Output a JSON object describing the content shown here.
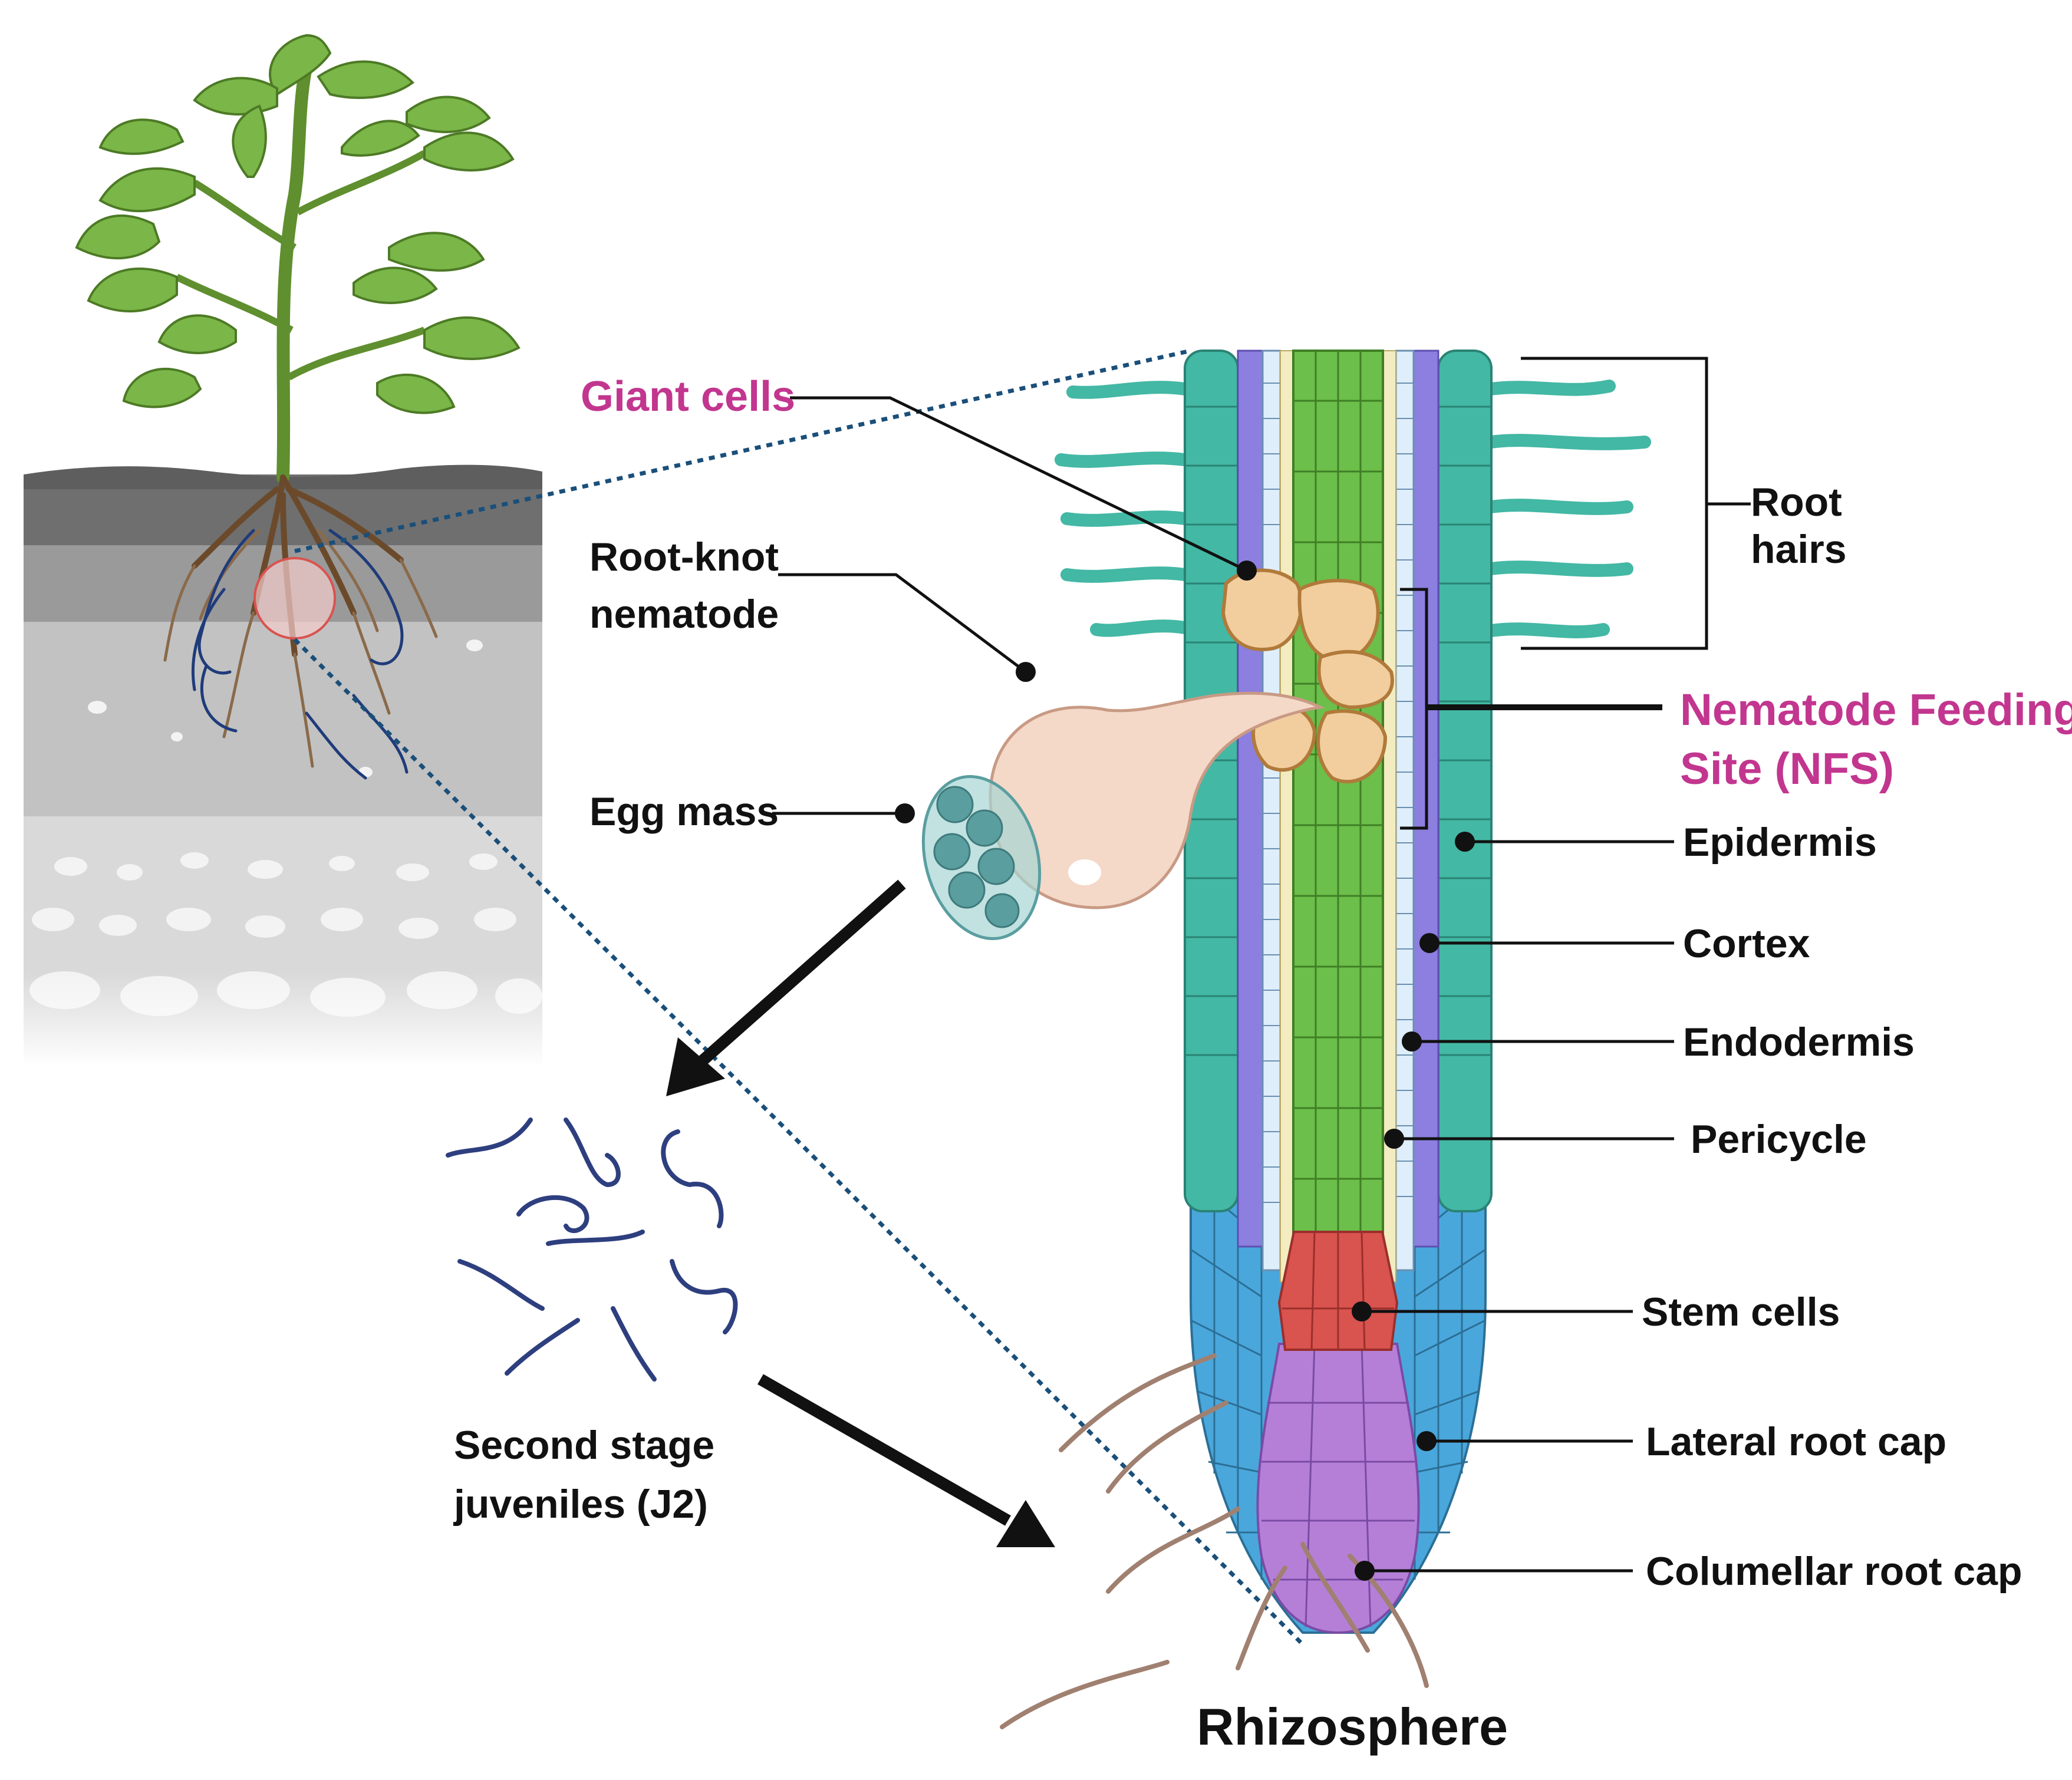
{
  "labels": {
    "giant_cells": "Giant cells",
    "root_knot_line1": "Root-knot",
    "root_knot_line2": "nematode",
    "egg_mass": "Egg mass",
    "root_hairs_line1": "Root",
    "root_hairs_line2": "hairs",
    "nfs_line1": "Nematode Feeding",
    "nfs_line2": "Site (NFS)",
    "epidermis": "Epidermis",
    "cortex": "Cortex",
    "endodermis": "Endodermis",
    "pericycle": "Pericycle",
    "stem_cells": "Stem cells",
    "lateral_root_cap": "Lateral root cap",
    "columellar_root_cap": "Columellar root cap",
    "j2_line1": "Second stage",
    "j2_line2": "juveniles (J2)",
    "rhizosphere": "Rhizosphere"
  },
  "colors": {
    "highlight_text": "#c2368f",
    "epidermis": "#43b8a4",
    "cortex": "#8c7fe0",
    "endodermis": "#dfeefb",
    "pericycle": "#f3ecc0",
    "vascular": "#6cbf4a",
    "stem_cells": "#d9534f",
    "lateral_root_cap": "#4aa7dc",
    "columellar_root_cap": "#b57fd8",
    "giant_cells": "#f2cd9e",
    "nematode_body": "#f4d8c8",
    "egg_mass": "#7fb6b9",
    "juveniles": "#2e3f7f",
    "soil_dark": "#6f6f6f",
    "zoom_line": "#1a4f7a"
  }
}
